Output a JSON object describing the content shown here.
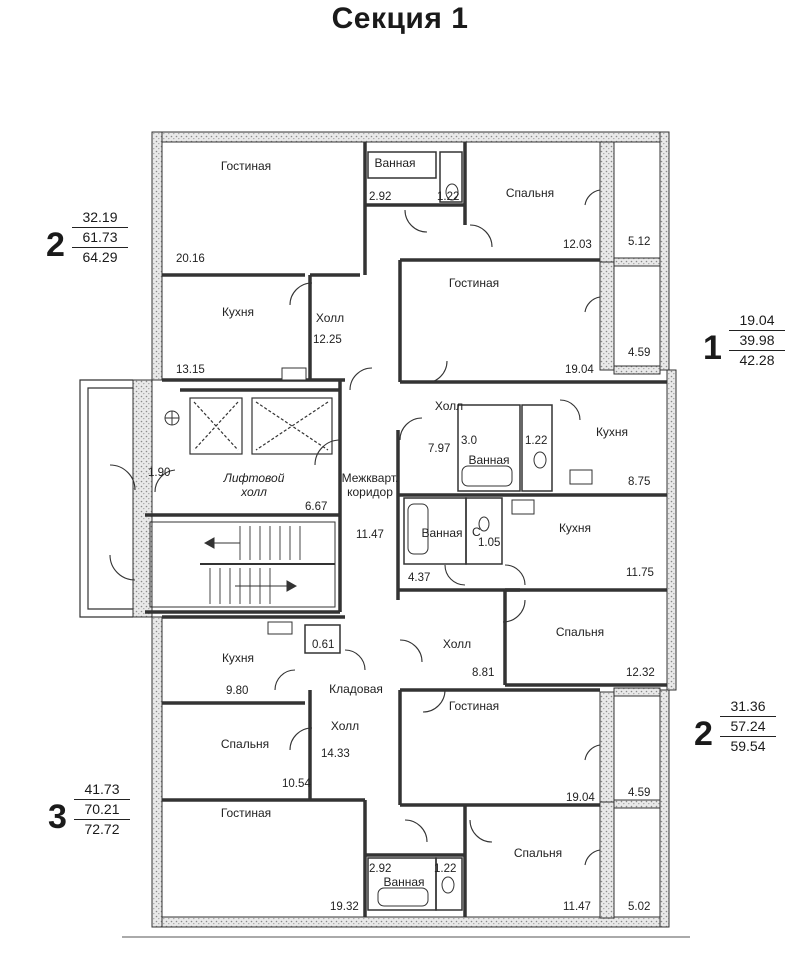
{
  "section_title": "Секция 1",
  "apartments": [
    {
      "id": "apt-2-top",
      "number": "2",
      "values": [
        "32.19",
        "61.73",
        "64.29"
      ]
    },
    {
      "id": "apt-1",
      "number": "1",
      "values": [
        "19.04",
        "39.98",
        "42.28"
      ]
    },
    {
      "id": "apt-2-right",
      "number": "2",
      "values": [
        "31.36",
        "57.24",
        "59.54"
      ]
    },
    {
      "id": "apt-3",
      "number": "3",
      "values": [
        "41.73",
        "70.21",
        "72.72"
      ]
    }
  ],
  "rooms": {
    "living_top": "Гостиная",
    "living_top_area": "20.16",
    "bath_top": "Ванная",
    "bath_top_area": "2.92",
    "wc_top_area": "1.22",
    "bedroom_top": "Спальня",
    "bedroom_top_area": "12.03",
    "balcony_top_area": "5.12",
    "kitchen_tl": "Кухня",
    "kitchen_tl_area": "13.15",
    "hall_tl": "Холл",
    "hall_tl_area": "12.25",
    "living_1": "Гостиная",
    "living_1_area": "19.04",
    "balcony_1_area": "4.59",
    "hall_1": "Холл",
    "hall_1_area": "7.97",
    "bath_1": "Ванная",
    "bath_1_area": "3.0",
    "wc_1_area": "1.22",
    "kitchen_1": "Кухня",
    "kitchen_1_area": "8.75",
    "tech_area": "1.90",
    "lift_hall_line1": "Лифтовой",
    "lift_hall_line2": "холл",
    "lift_hall_area": "6.67",
    "corridor_line1": "Межкварт.",
    "corridor_line2": "коридор",
    "corridor_area": "11.47",
    "bath_mid": "Ванная",
    "bath_mid_area": "4.37",
    "wc_mid_label": "С",
    "wc_mid_area": "1.05",
    "kitchen_mid": "Кухня",
    "kitchen_mid_area": "11.75",
    "bedroom_mid": "Спальня",
    "bedroom_mid_area": "12.32",
    "hall_mid": "Холл",
    "hall_mid_area": "8.81",
    "kitchen_bl": "Кухня",
    "kitchen_bl_area": "9.80",
    "pantry_area": "0.61",
    "pantry": "Кладовая",
    "hall_bl": "Холл",
    "hall_bl_area": "14.33",
    "bedroom_bl": "Спальня",
    "bedroom_bl_area": "10.54",
    "living_r2": "Гостиная",
    "living_r2_area": "19.04",
    "balcony_r2_area": "4.59",
    "living_bl": "Гостиная",
    "living_bl_area": "19.32",
    "bath_bot": "Ванная",
    "bath_bot_area": "2.92",
    "wc_bot_area": "1.22",
    "bedroom_br": "Спальня",
    "bedroom_br_area": "11.47",
    "balcony_br_area": "5.02"
  }
}
